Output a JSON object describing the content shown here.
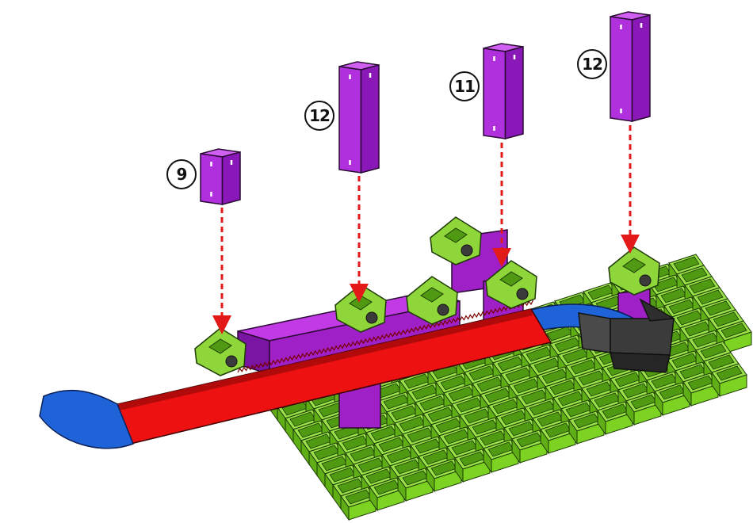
{
  "callouts": [
    {
      "id": "c1",
      "number": "9"
    },
    {
      "id": "c2",
      "number": "12"
    },
    {
      "id": "c3",
      "number": "11"
    },
    {
      "id": "c4",
      "number": "12"
    }
  ],
  "colors": {
    "base_grid": "#7dd321",
    "connector": "#8fd63a",
    "rod": "#a020c8",
    "chute": "#ee1111",
    "curve_piece": "#1e63d8",
    "holder": "#3b3b3b",
    "arrow": "#e21a1a"
  }
}
